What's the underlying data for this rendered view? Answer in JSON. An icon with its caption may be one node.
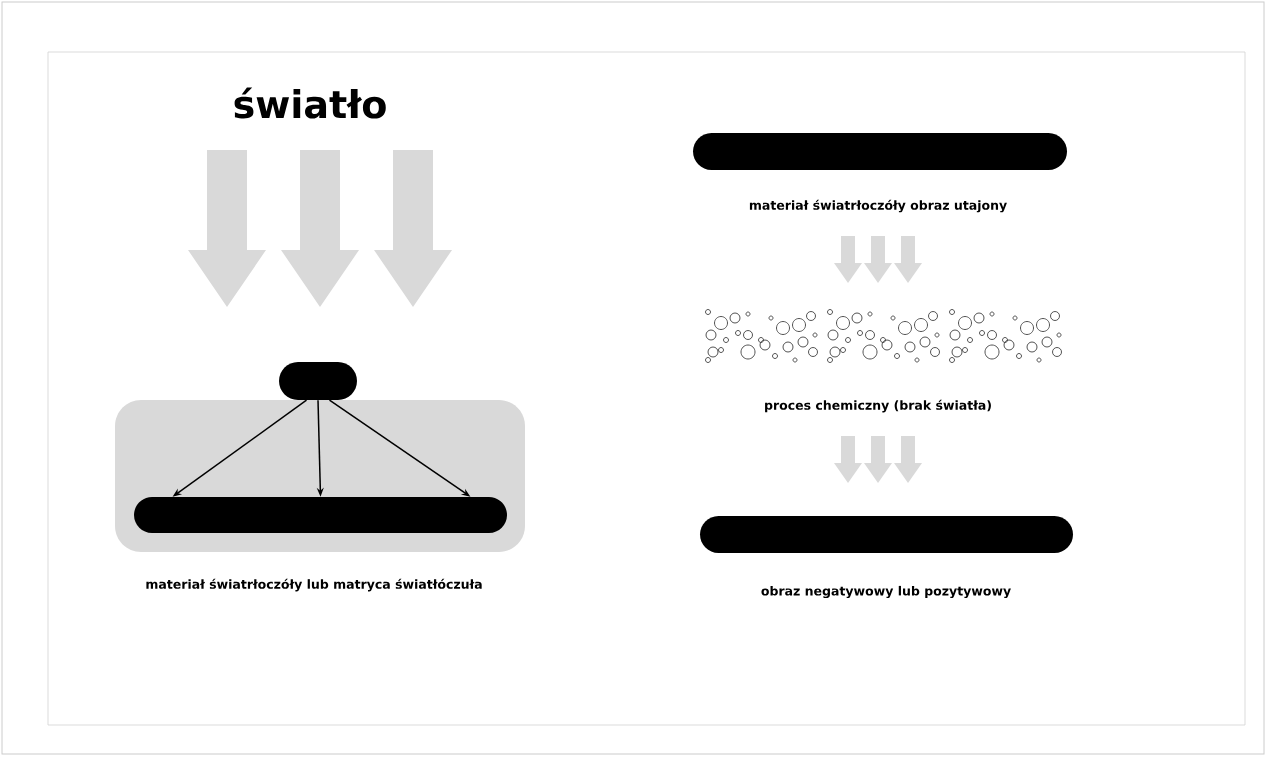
{
  "diagram": {
    "nodes": [
      {
        "text": [
          "materiał światrłoczóły lub matryca światłóczuła"
        ]
      },
      {
        "text": [],
        "shape": "bar"
      },
      {
        "text": [],
        "shape": "bar",
        "in": 0
      },
      {
        "text": [
          "materiał światrłoczóły obraz utajony"
        ]
      },
      {
        "text": [
          "proces chemiczny (brak światła)"
        ]
      },
      {
        "text": [
          "obraz negatywowy lub pozytywowy"
        ]
      }
    ],
    "edges": [
      {
        "from": 1,
        "to": 2,
        "arrow": "to"
      },
      {
        "from": 1,
        "to": 2,
        "arrow": "to"
      },
      {
        "from": 1,
        "to": 2,
        "arrow": "to"
      },
      {
        "from": 3,
        "to": 4,
        "arrow": "to",
        "style": "thick",
        "color": "#d9d9d9"
      },
      {
        "from": 4,
        "to": 5,
        "arrow": "to",
        "style": "thick",
        "color": "#d9d9d9"
      }
    ],
    "labels": [
      "światło"
    ]
  }
}
